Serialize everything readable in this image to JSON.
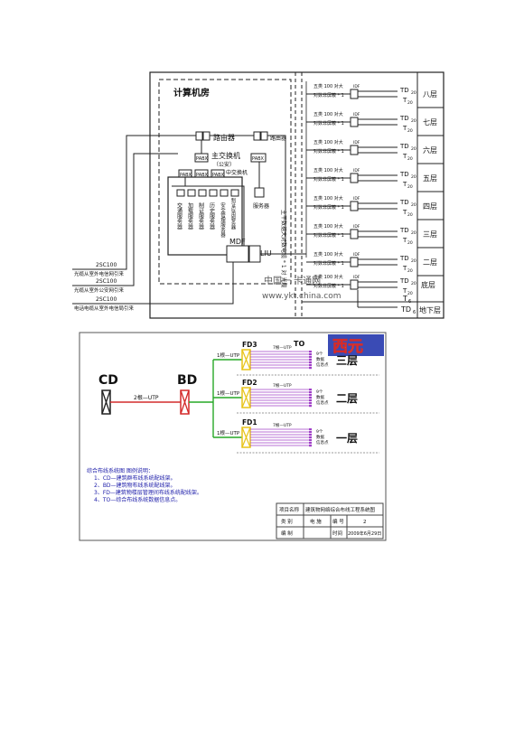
{
  "top": {
    "room_title": "计算机房",
    "router_left": "路由器",
    "router_right": "路由器",
    "pabx_main": "PABX",
    "pabx_right": "PABX",
    "main_switch_line1": "主交换机",
    "main_switch_line2": "（公安）",
    "sub_switch": "中交换机",
    "pabx_row": [
      "PABX",
      "PABX",
      "PABX"
    ],
    "servers": [
      "交通服务器",
      "加载服务器",
      "制证服务器",
      "历史服务器",
      "安全管理服务器",
      "制证应用服务器"
    ],
    "server_right": "服务器",
    "mdf": "MDF",
    "liu": "LIU",
    "vertical_label": "主干数据大对数电缆 * 1 对 光缆",
    "left_lines": [
      {
        "code": "2SC100",
        "text": "光缆从室外电信网引来"
      },
      {
        "code": "2SC100",
        "text": "光缆从室外公安网引来"
      },
      {
        "code": "2SC100",
        "text": "电话电缆从室外电信局引来"
      }
    ],
    "floor_cable_line1": "五类 100 对大",
    "floor_cable_line2": "对数非屏蔽 * 1",
    "idf": "IDF",
    "td": "TD",
    "td_sub": "20",
    "t": "T",
    "t_sub": "20",
    "floors": [
      "八层",
      "七层",
      "六层",
      "五层",
      "四层",
      "三层",
      "二层"
    ],
    "ground_floor": "底层",
    "basement_t": "T",
    "basement_t_sub": "6",
    "basement_td": "TD",
    "basement_td_sub": "6",
    "basement_floor": "地下层",
    "watermark": "中国一 卡通网",
    "watermark_url": "www.ykt.china.com"
  },
  "bottom": {
    "corner_title": "西元",
    "cd": "CD",
    "bd": "BD",
    "cd_bd_cable": "2根—UTP",
    "fd_labels": [
      "FD3",
      "FD2",
      "FD1"
    ],
    "bd_fd_cable": "1根—UTP",
    "to": "TO",
    "horizontal_cable": "7根—UTP",
    "outlet_line1": "9个",
    "outlet_line2": "数据",
    "outlet_line3": "信息点",
    "floors": [
      "三层",
      "二层",
      "一层"
    ],
    "legend_title": "综合布线系统图  图例说明：",
    "legend_items": [
      "1、CD—建筑群布线系统配线架。",
      "2、BD—建筑物布线系统配线架。",
      "3、FD—建筑物楼层管理间布线系统配线架。",
      "4、TO—综合布线系统数据信息点。"
    ],
    "table": {
      "project_label": "项目名称",
      "project_value": "建筑物网络综合布线工程系统图",
      "type_label": "类  别",
      "type_value": "电  施",
      "number_label": "编 号",
      "number_value": "2",
      "author_label": "编  制",
      "date_label": "时间",
      "date_value": "2009年6月29日"
    }
  },
  "colors": {
    "line": "#222222",
    "green": "#27a827",
    "red": "#d42b2b",
    "purple": "#a040c8",
    "yellow": "#e8c318",
    "blue_text": "#1a1aa8",
    "title_bar": "#3a4bb5"
  }
}
